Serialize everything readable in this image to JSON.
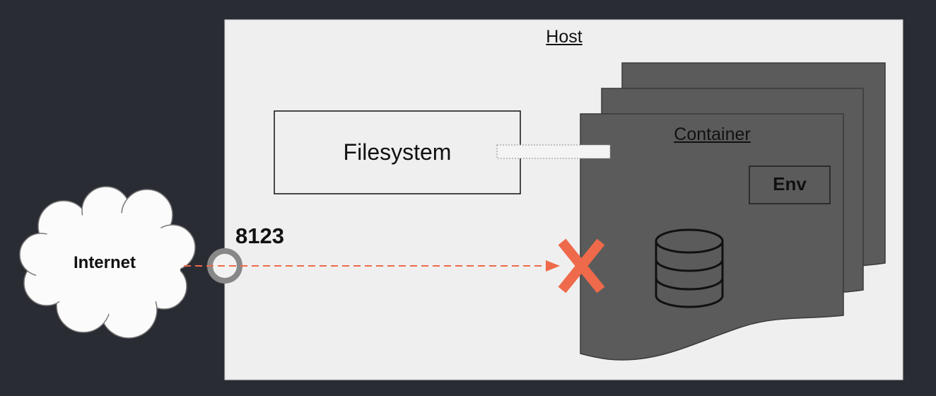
{
  "host": {
    "title": "Host"
  },
  "filesystem": {
    "label": "Filesystem"
  },
  "container": {
    "title": "Container",
    "env_label": "Env"
  },
  "port": {
    "label": "8123"
  },
  "internet": {
    "label": "Internet"
  },
  "colors": {
    "background": "#2a2c34",
    "host_fill": "#efefef",
    "container_fill": "#5b5b5b",
    "blocked_accent": "#ee6a4a"
  },
  "icons": {
    "database": "database-icon",
    "blocked": "blocked-x-icon",
    "cloud": "cloud-icon",
    "port": "port-ring-icon"
  }
}
